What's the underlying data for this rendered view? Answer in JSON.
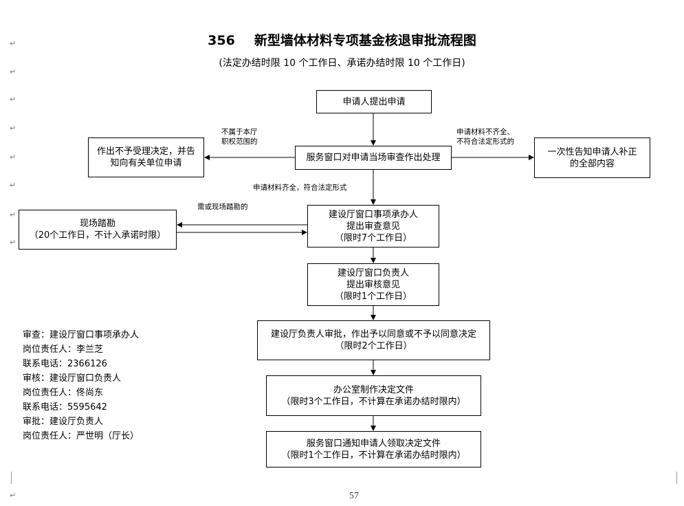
{
  "header": {
    "number": "356",
    "title": "新型墙体材料专项基金核退审批流程图",
    "subtitle": "(法定办结时限 10 个工作日、承诺办结时限 10 个工作日)"
  },
  "nodes": {
    "apply": {
      "lines": [
        "申请人提出申请"
      ]
    },
    "review": {
      "lines": [
        "服务窗口对申请当场审查作出处理"
      ]
    },
    "reject": {
      "lines": [
        "作出不予受理决定，并告",
        "知向有关单位申请"
      ]
    },
    "notify": {
      "lines": [
        "一次性告知申请人补正",
        "的全部内容"
      ]
    },
    "handler": {
      "lines": [
        "建设厅窗口事项承办人",
        "提出审查意见",
        "（限时7个工作日）"
      ]
    },
    "site": {
      "lines": [
        "现场踏勘",
        "（20个工作日，不计入承诺时限）"
      ]
    },
    "manager": {
      "lines": [
        "建设厅窗口负责人",
        "提出审核意见",
        "（限时1个工作日）"
      ]
    },
    "approver": {
      "lines": [
        "建设厅负责人审批，作出予以同意或不予以同意决定",
        "（限时2个工作日）"
      ]
    },
    "office": {
      "lines": [
        "办公室制作决定文件",
        "（限时3个工作日，不计算在承诺办结时限内）"
      ]
    },
    "pickup": {
      "lines": [
        "服务窗口通知申请人领取决定文件",
        "（限时1个工作日，不计算在承诺办结时限内）"
      ]
    }
  },
  "edge_labels": {
    "not_in_scope": [
      "不属于本厅",
      "职权范围的"
    ],
    "incomplete": [
      "申请材料不齐全、",
      "不符合法定形式的"
    ],
    "complete": "申请材料齐全，符合法定形式",
    "site_needed": "需或现场踏勘的"
  },
  "responsible": [
    "审查：建设厅窗口事项承办人",
    "岗位责任人：李兰芝",
    "联系电话：2366126",
    "审核：建设厅窗口负责人",
    "岗位责任人：佟尚东",
    "联系电话：5595642",
    "审批：建设厅负责人",
    "岗位责任人：严世明（厅长）"
  ],
  "page_number": "57"
}
